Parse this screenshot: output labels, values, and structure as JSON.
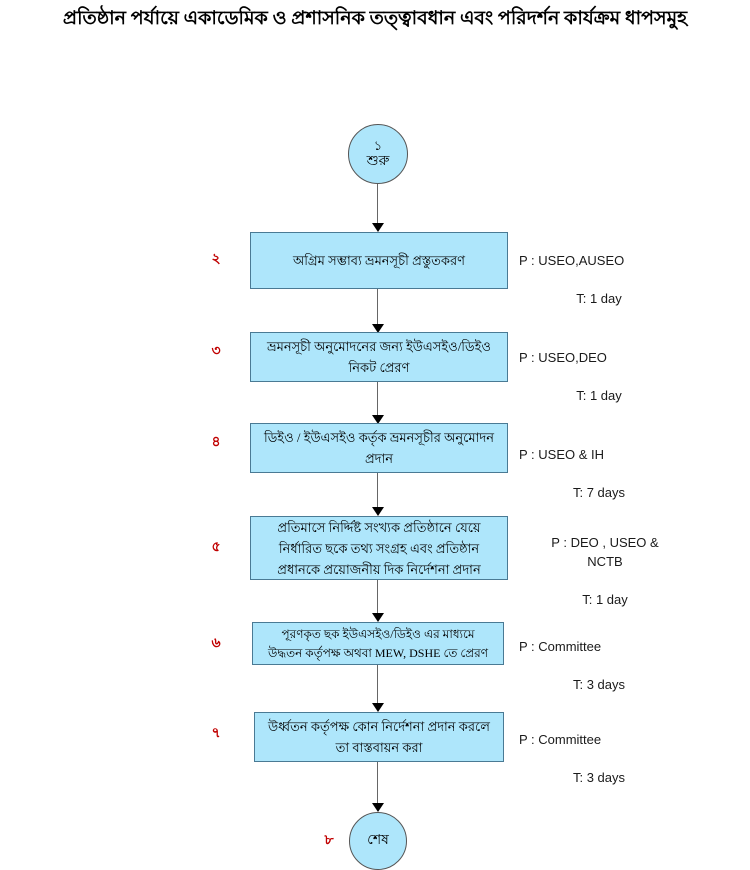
{
  "title": "প্রতিষ্ঠান পর্যায়ে একাডেমিক ও প্রশাসনিক তত্ত্বাবধান এবং পরিদর্শন কার্যক্রম ধাপসমুহ",
  "colors": {
    "node_fill": "#AEE6FB",
    "node_border": "#4A7A94",
    "step_number": "#C00000",
    "connector": "#666666",
    "arrow_head": "#000000"
  },
  "start_node": {
    "number": "১",
    "label": "শুরু"
  },
  "end_node": {
    "number": "৮",
    "label": "শেষ"
  },
  "steps": [
    {
      "number": "২",
      "text": "অগ্রিম সম্ভাব্য ভ্রমনসূচী প্রস্তুতকরণ",
      "person": "P : USEO,AUSEO",
      "time": "T: 1 day"
    },
    {
      "number": "৩",
      "text": "ভ্রমনসূচী অনুমোদনের জন্য ইউএসইও/ডিইও\nনিকট  প্রেরণ",
      "person": "P : USEO,DEO",
      "time": "T: 1 day"
    },
    {
      "number": "৪",
      "text": "ডিইও / ইউএসইও কর্তৃক ভ্রমনসূচীর অনুমোদন\nপ্রদান",
      "person": "P : USEO & IH",
      "time": "T: 7 days"
    },
    {
      "number": "৫",
      "text": "প্রতিমাসে নির্দ্দিষ্ট সংখ্যক প্রতিষ্ঠানে যেয়ে\nনির্ধারিত ছকে তথ্য সংগ্রহ এবং প্রতিষ্ঠান\nপ্রধানকে প্রয়োজনীয় দিক নির্দেশনা প্রদান",
      "person": "P : DEO , USEO &\nNCTB",
      "time": "T: 1 day"
    },
    {
      "number": "৬",
      "text": "পূরণকৃত ছক ইউএসইও/ডিইও  এর মাধ্যমে\nউদ্ধতন কর্তৃপক্ষ অথবা MEW, DSHE তে প্রেরণ",
      "person": "P : Committee",
      "time": "T: 3 days"
    },
    {
      "number": "৭",
      "text": "উর্ধ্বতন কর্তৃপক্ষ কোন নির্দেশনা প্রদান করলে\nতা বাস্তবায়ন করা",
      "person": "P : Committee",
      "time": "T: 3 days"
    }
  ]
}
